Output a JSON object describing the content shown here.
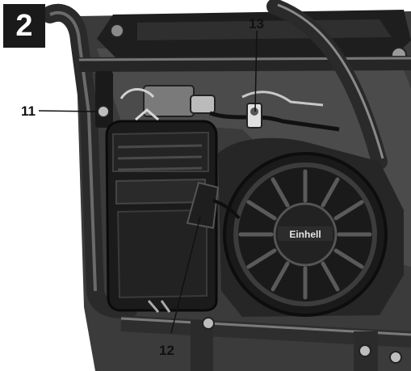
{
  "figure": {
    "number": "2",
    "callouts": [
      {
        "id": "11",
        "label": "11"
      },
      {
        "id": "12",
        "label": "12"
      },
      {
        "id": "13",
        "label": "13"
      }
    ],
    "brand_logo_text": "Einhell"
  },
  "colors": {
    "frame": "#2a2a2a",
    "engine_body": "#1c1c1c",
    "background": "#ffffff",
    "highlight": "#bdbdbd",
    "badge": "#1a1a1a"
  }
}
